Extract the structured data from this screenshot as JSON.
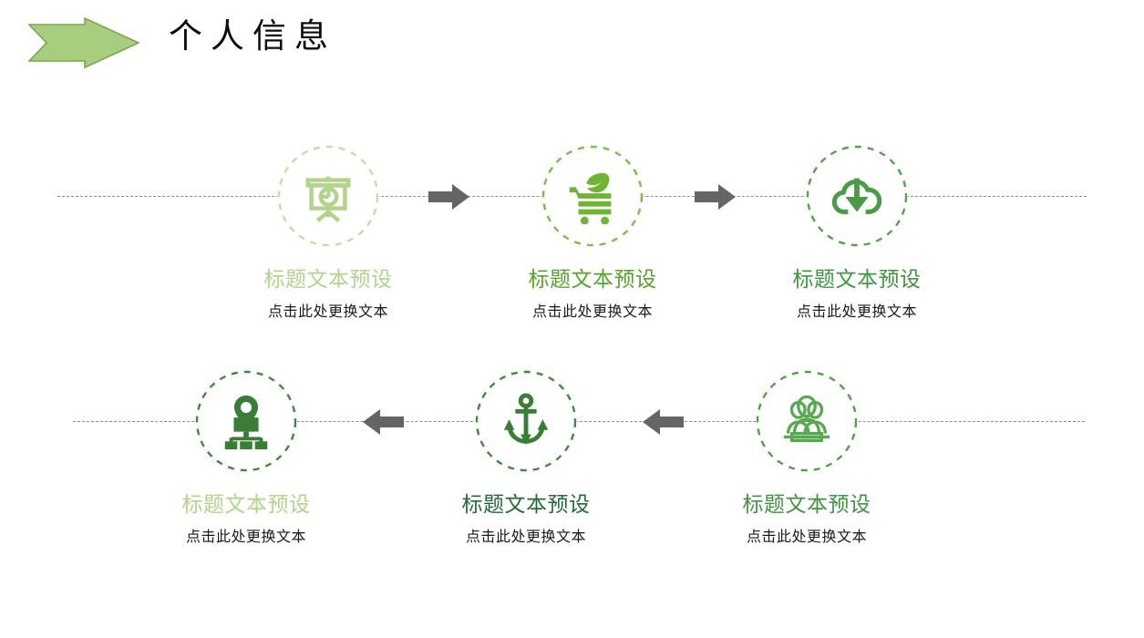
{
  "header": {
    "title": "个人信息",
    "arrow_icon": "chevron-arrow-right-icon",
    "arrow_color": "#a9cd7f",
    "arrow_border_color": "#7aa64f",
    "title_color": "#0d0d0d"
  },
  "theme": {
    "background": "#ffffff",
    "connector_line_color": "#8c8c99",
    "flow_arrow_color": "#656565",
    "subtitle_color": "#1a1a1a",
    "green_light": "#b2d38a",
    "green_medium": "#6fb539",
    "green_dark": "#3d8b3d",
    "green_deep": "#2e7031"
  },
  "rows": [
    {
      "name": "top-row",
      "direction": "right",
      "nodes": [
        {
          "icon": "presentation-chart-icon",
          "icon_color": "#b2d38a",
          "ring_color": "#c5dda5",
          "title": "标题文本预设",
          "title_color": "#b2d38a",
          "subtitle": "点击此处更换文本"
        },
        {
          "icon": "eco-shopping-cart-icon",
          "icon_color": "#6fb535",
          "ring_color": "#7cbf45",
          "title": "标题文本预设",
          "title_color": "#56a32b",
          "subtitle": "点击此处更换文本"
        },
        {
          "icon": "cloud-download-icon",
          "icon_color": "#4a9b46",
          "ring_color": "#54a24c",
          "title": "标题文本预设",
          "title_color": "#3f9440",
          "subtitle": "点击此处更换文本"
        }
      ],
      "connectors": [
        {
          "icon": "arrow-right-icon",
          "color": "#656565"
        },
        {
          "icon": "arrow-right-icon",
          "color": "#656565"
        }
      ]
    },
    {
      "name": "bottom-row",
      "direction": "left",
      "nodes": [
        {
          "icon": "location-sitemap-icon",
          "icon_color": "#3a7d36",
          "ring_color": "#3f8a3b",
          "title": "标题文本预设",
          "title_color": "#b2d38a",
          "subtitle": "点击此处更换文本"
        },
        {
          "icon": "anchor-icon",
          "icon_color": "#3a7d36",
          "ring_color": "#3f8a3b",
          "title": "标题文本预设",
          "title_color": "#236b36",
          "subtitle": "点击此处更换文本"
        },
        {
          "icon": "team-group-icon",
          "icon_color": "#56a94f",
          "ring_color": "#52a04a",
          "title": "标题文本预设",
          "title_color": "#3f9440",
          "subtitle": "点击此处更换文本"
        }
      ],
      "connectors": [
        {
          "icon": "arrow-left-icon",
          "color": "#656565"
        },
        {
          "icon": "arrow-left-icon",
          "color": "#656565"
        }
      ]
    }
  ]
}
